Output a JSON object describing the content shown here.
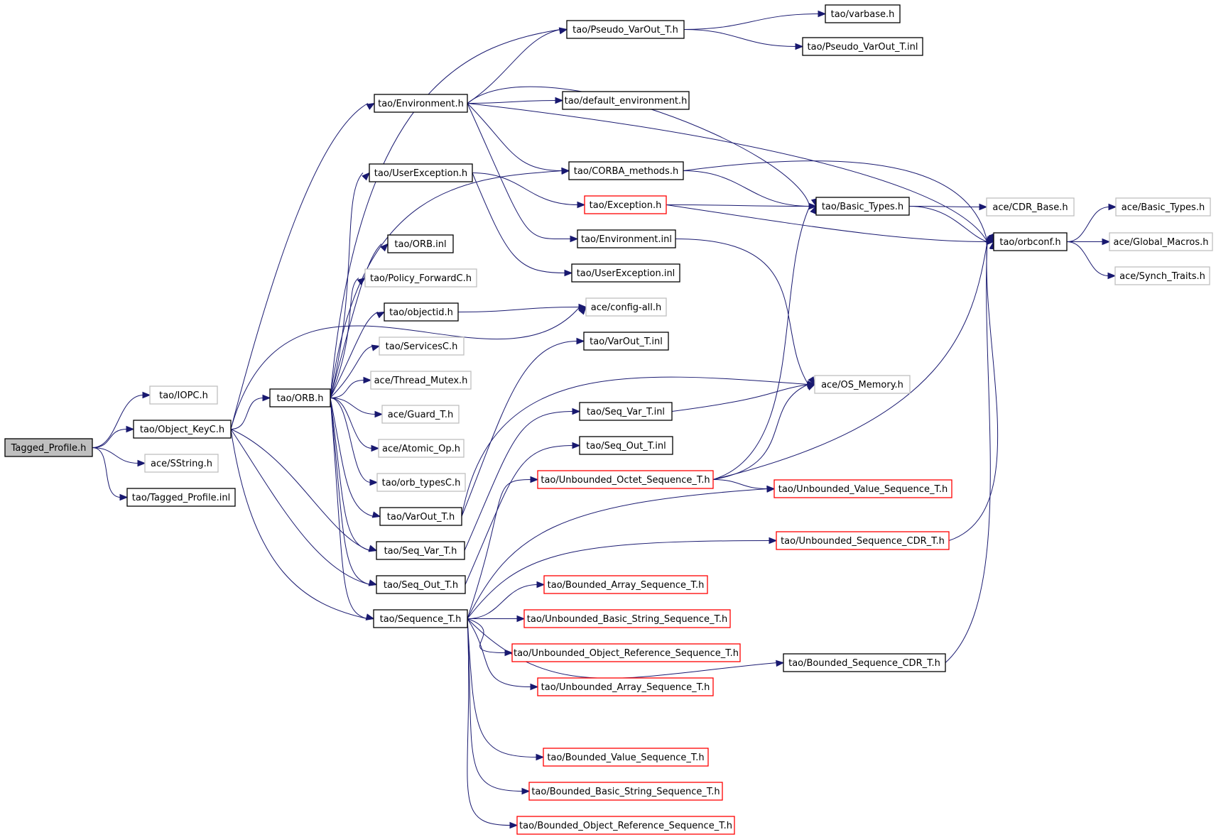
{
  "colors": {
    "edge": "#191970",
    "border_normal": "#000000",
    "border_missing": "#bfbfbf",
    "border_truncated": "#ff0000",
    "root_fill": "#bfbfbf",
    "text": "#000000"
  },
  "nodes": [
    {
      "id": "tagged_profile_h",
      "label": "Tagged_Profile.h",
      "style": "root"
    },
    {
      "id": "iopc_h",
      "label": "tao/IOPC.h",
      "style": "missing"
    },
    {
      "id": "object_keyc_h",
      "label": "tao/Object_KeyC.h",
      "style": "normal"
    },
    {
      "id": "sstring_h",
      "label": "ace/SString.h",
      "style": "missing"
    },
    {
      "id": "tagged_profile_inl",
      "label": "tao/Tagged_Profile.inl",
      "style": "normal"
    },
    {
      "id": "orb_h",
      "label": "tao/ORB.h",
      "style": "normal"
    },
    {
      "id": "environment_h",
      "label": "tao/Environment.h",
      "style": "normal"
    },
    {
      "id": "userexception_h",
      "label": "tao/UserException.h",
      "style": "normal"
    },
    {
      "id": "orb_inl",
      "label": "tao/ORB.inl",
      "style": "normal"
    },
    {
      "id": "policy_forwardc_h",
      "label": "tao/Policy_ForwardC.h",
      "style": "missing"
    },
    {
      "id": "objectid_h",
      "label": "tao/objectid.h",
      "style": "normal"
    },
    {
      "id": "servicesc_h",
      "label": "tao/ServicesC.h",
      "style": "missing"
    },
    {
      "id": "thread_mutex_h",
      "label": "ace/Thread_Mutex.h",
      "style": "missing"
    },
    {
      "id": "guard_t_h",
      "label": "ace/Guard_T.h",
      "style": "missing"
    },
    {
      "id": "atomic_op_h",
      "label": "ace/Atomic_Op.h",
      "style": "missing"
    },
    {
      "id": "orb_typesc_h",
      "label": "tao/orb_typesC.h",
      "style": "missing"
    },
    {
      "id": "varout_t_h",
      "label": "tao/VarOut_T.h",
      "style": "normal"
    },
    {
      "id": "seq_var_t_h",
      "label": "tao/Seq_Var_T.h",
      "style": "normal"
    },
    {
      "id": "seq_out_t_h",
      "label": "tao/Seq_Out_T.h",
      "style": "normal"
    },
    {
      "id": "sequence_t_h",
      "label": "tao/Sequence_T.h",
      "style": "normal"
    },
    {
      "id": "pseudo_varout_t_h",
      "label": "tao/Pseudo_VarOut_T.h",
      "style": "normal"
    },
    {
      "id": "varbase_h",
      "label": "tao/varbase.h",
      "style": "normal"
    },
    {
      "id": "pseudo_varout_t_inl",
      "label": "tao/Pseudo_VarOut_T.inl",
      "style": "normal"
    },
    {
      "id": "default_environment_h",
      "label": "tao/default_environment.h",
      "style": "normal"
    },
    {
      "id": "corba_methods_h",
      "label": "tao/CORBA_methods.h",
      "style": "normal"
    },
    {
      "id": "exception_h",
      "label": "tao/Exception.h",
      "style": "truncated"
    },
    {
      "id": "environment_inl",
      "label": "tao/Environment.inl",
      "style": "normal"
    },
    {
      "id": "userexception_inl",
      "label": "tao/UserException.inl",
      "style": "normal"
    },
    {
      "id": "config_all_h",
      "label": "ace/config-all.h",
      "style": "missing"
    },
    {
      "id": "varout_t_inl",
      "label": "tao/VarOut_T.inl",
      "style": "normal"
    },
    {
      "id": "seq_var_t_inl",
      "label": "tao/Seq_Var_T.inl",
      "style": "normal"
    },
    {
      "id": "seq_out_t_inl",
      "label": "tao/Seq_Out_T.inl",
      "style": "normal"
    },
    {
      "id": "unbounded_octet_sequence_t_h",
      "label": "tao/Unbounded_Octet_Sequence_T.h",
      "style": "truncated"
    },
    {
      "id": "bounded_array_sequence_t_h",
      "label": "tao/Bounded_Array_Sequence_T.h",
      "style": "truncated"
    },
    {
      "id": "unbounded_basic_string_sequence_t_h",
      "label": "tao/Unbounded_Basic_String_Sequence_T.h",
      "style": "truncated"
    },
    {
      "id": "unbounded_object_reference_sequence_t_h",
      "label": "tao/Unbounded_Object_Reference_Sequence_T.h",
      "style": "truncated"
    },
    {
      "id": "unbounded_array_sequence_t_h",
      "label": "tao/Unbounded_Array_Sequence_T.h",
      "style": "truncated"
    },
    {
      "id": "bounded_value_sequence_t_h",
      "label": "tao/Bounded_Value_Sequence_T.h",
      "style": "truncated"
    },
    {
      "id": "bounded_basic_string_sequence_t_h",
      "label": "tao/Bounded_Basic_String_Sequence_T.h",
      "style": "truncated"
    },
    {
      "id": "bounded_object_reference_sequence_t_h",
      "label": "tao/Bounded_Object_Reference_Sequence_T.h",
      "style": "truncated"
    },
    {
      "id": "basic_types_h",
      "label": "tao/Basic_Types.h",
      "style": "normal"
    },
    {
      "id": "os_memory_h",
      "label": "ace/OS_Memory.h",
      "style": "missing"
    },
    {
      "id": "unbounded_value_sequence_t_h",
      "label": "tao/Unbounded_Value_Sequence_T.h",
      "style": "truncated"
    },
    {
      "id": "unbounded_sequence_cdr_t_h",
      "label": "tao/Unbounded_Sequence_CDR_T.h",
      "style": "truncated"
    },
    {
      "id": "bounded_sequence_cdr_t_h",
      "label": "tao/Bounded_Sequence_CDR_T.h",
      "style": "normal"
    },
    {
      "id": "cdr_base_h",
      "label": "ace/CDR_Base.h",
      "style": "missing"
    },
    {
      "id": "orbconf_h",
      "label": "tao/orbconf.h",
      "style": "normal"
    },
    {
      "id": "ace_basic_types_h",
      "label": "ace/Basic_Types.h",
      "style": "missing"
    },
    {
      "id": "global_macros_h",
      "label": "ace/Global_Macros.h",
      "style": "missing"
    },
    {
      "id": "synch_traits_h",
      "label": "ace/Synch_Traits.h",
      "style": "missing"
    }
  ],
  "edges": [
    [
      "tagged_profile_h",
      "iopc_h"
    ],
    [
      "tagged_profile_h",
      "object_keyc_h"
    ],
    [
      "tagged_profile_h",
      "sstring_h"
    ],
    [
      "tagged_profile_h",
      "tagged_profile_inl"
    ],
    [
      "object_keyc_h",
      "orb_h"
    ],
    [
      "object_keyc_h",
      "environment_h"
    ],
    [
      "object_keyc_h",
      "config_all_h"
    ],
    [
      "object_keyc_h",
      "seq_var_t_h"
    ],
    [
      "object_keyc_h",
      "seq_out_t_h"
    ],
    [
      "object_keyc_h",
      "sequence_t_h"
    ],
    [
      "orb_h",
      "userexception_h"
    ],
    [
      "orb_h",
      "orb_inl"
    ],
    [
      "orb_h",
      "policy_forwardc_h"
    ],
    [
      "orb_h",
      "objectid_h"
    ],
    [
      "orb_h",
      "servicesc_h"
    ],
    [
      "orb_h",
      "thread_mutex_h"
    ],
    [
      "orb_h",
      "guard_t_h"
    ],
    [
      "orb_h",
      "atomic_op_h"
    ],
    [
      "orb_h",
      "orb_typesc_h"
    ],
    [
      "orb_h",
      "varout_t_h"
    ],
    [
      "orb_h",
      "seq_var_t_h"
    ],
    [
      "orb_h",
      "seq_out_t_h"
    ],
    [
      "orb_h",
      "sequence_t_h"
    ],
    [
      "orb_h",
      "pseudo_varout_t_h"
    ],
    [
      "orb_h",
      "corba_methods_h"
    ],
    [
      "environment_h",
      "pseudo_varout_t_h"
    ],
    [
      "environment_h",
      "default_environment_h"
    ],
    [
      "environment_h",
      "corba_methods_h"
    ],
    [
      "environment_h",
      "environment_inl"
    ],
    [
      "environment_h",
      "basic_types_h"
    ],
    [
      "environment_h",
      "orbconf_h"
    ],
    [
      "userexception_h",
      "exception_h"
    ],
    [
      "userexception_h",
      "userexception_inl"
    ],
    [
      "objectid_h",
      "config_all_h"
    ],
    [
      "varout_t_h",
      "varout_t_inl"
    ],
    [
      "varout_t_h",
      "os_memory_h"
    ],
    [
      "seq_var_t_h",
      "seq_var_t_inl"
    ],
    [
      "seq_out_t_h",
      "seq_out_t_inl"
    ],
    [
      "sequence_t_h",
      "unbounded_octet_sequence_t_h"
    ],
    [
      "sequence_t_h",
      "unbounded_value_sequence_t_h"
    ],
    [
      "sequence_t_h",
      "unbounded_sequence_cdr_t_h"
    ],
    [
      "sequence_t_h",
      "bounded_array_sequence_t_h"
    ],
    [
      "sequence_t_h",
      "unbounded_basic_string_sequence_t_h"
    ],
    [
      "sequence_t_h",
      "unbounded_object_reference_sequence_t_h"
    ],
    [
      "sequence_t_h",
      "unbounded_array_sequence_t_h"
    ],
    [
      "sequence_t_h",
      "bounded_sequence_cdr_t_h"
    ],
    [
      "sequence_t_h",
      "bounded_value_sequence_t_h"
    ],
    [
      "sequence_t_h",
      "bounded_basic_string_sequence_t_h"
    ],
    [
      "sequence_t_h",
      "bounded_object_reference_sequence_t_h"
    ],
    [
      "pseudo_varout_t_h",
      "varbase_h"
    ],
    [
      "pseudo_varout_t_h",
      "pseudo_varout_t_inl"
    ],
    [
      "corba_methods_h",
      "basic_types_h"
    ],
    [
      "corba_methods_h",
      "orbconf_h"
    ],
    [
      "exception_h",
      "basic_types_h"
    ],
    [
      "exception_h",
      "orbconf_h"
    ],
    [
      "environment_inl",
      "os_memory_h"
    ],
    [
      "seq_var_t_inl",
      "os_memory_h"
    ],
    [
      "unbounded_octet_sequence_t_h",
      "basic_types_h"
    ],
    [
      "unbounded_octet_sequence_t_h",
      "os_memory_h"
    ],
    [
      "unbounded_octet_sequence_t_h",
      "unbounded_value_sequence_t_h"
    ],
    [
      "unbounded_octet_sequence_t_h",
      "orbconf_h"
    ],
    [
      "unbounded_sequence_cdr_t_h",
      "orbconf_h"
    ],
    [
      "bounded_sequence_cdr_t_h",
      "orbconf_h"
    ],
    [
      "basic_types_h",
      "cdr_base_h"
    ],
    [
      "basic_types_h",
      "orbconf_h"
    ],
    [
      "orbconf_h",
      "ace_basic_types_h"
    ],
    [
      "orbconf_h",
      "global_macros_h"
    ],
    [
      "orbconf_h",
      "synch_traits_h"
    ]
  ]
}
